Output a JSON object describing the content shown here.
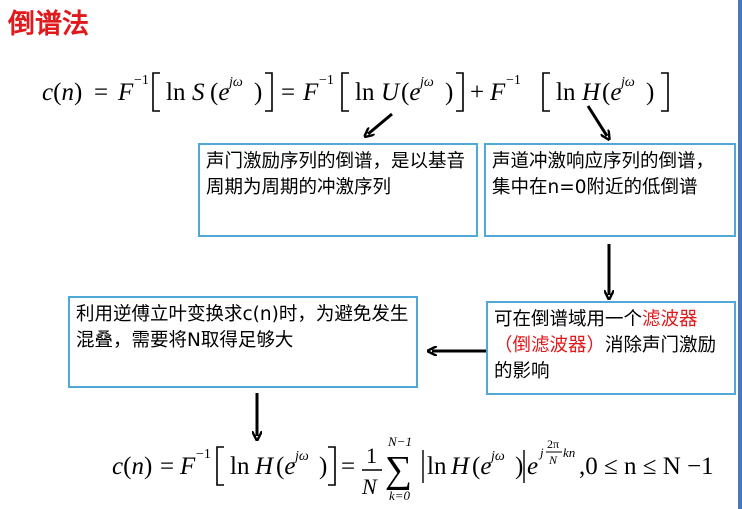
{
  "title": "倒谱法",
  "boxes": {
    "excitation": "声门激励序列的倒谱，是以基音周期为周期的冲激序列",
    "vocal_tract": "声道冲激响应序列的倒谱，集中在n=0附近的低倒谱",
    "filter_pre": "可在倒谱域用一个",
    "filter_red": "滤波器（倒滤波器）",
    "filter_post": "消除声门激励的影响",
    "inverse": "利用逆傅立叶变换求c(n)时，为避免发生混叠，需要将N取得足够大"
  },
  "colors": {
    "title": "#e0191c",
    "box_border": "#4fa8d6",
    "accent_bar": "#4a78b8",
    "highlight": "#e0191c"
  },
  "formula1": {
    "c": "c",
    "n": "n",
    "eq": "=",
    "F": "F",
    "inv": "−1",
    "ln": "ln",
    "S": "S",
    "U": "U",
    "H": "H",
    "e": "e",
    "jw": "jω",
    "plus": "+"
  },
  "formula2": {
    "c": "c",
    "n": "n",
    "eq": "=",
    "F": "F",
    "inv": "−1",
    "ln": "ln",
    "H": "H",
    "e": "e",
    "jw": "jω",
    "one": "1",
    "N": "N",
    "sigma": "∑",
    "upper": "N−1",
    "lower": "k=0",
    "exp_j": "j",
    "exp_num": "2π",
    "exp_den": "N",
    "exp_kn": "kn",
    "range": ",0 ≤ n ≤ N −1"
  }
}
